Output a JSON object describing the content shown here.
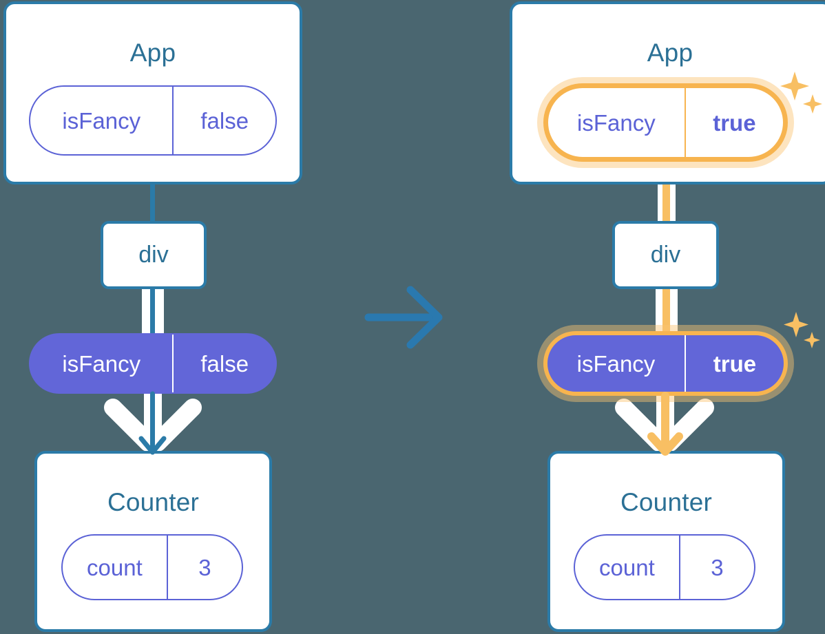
{
  "diagram": {
    "type": "react-state-propagation",
    "title": "",
    "background_color": "#4a6670",
    "transition_icon": "right-arrow-icon",
    "colors": {
      "panel_border": "#2b7ba8",
      "panel_title_text": "#2b7095",
      "pill_purple": "#6266d8",
      "pill_outline": "#5b62d6",
      "highlight_orange": "#f7b44f",
      "highlight_glow": "#fac470",
      "arrow_white": "#ffffff",
      "transition_arrow": "#2a79af"
    }
  },
  "left": {
    "app": {
      "title": "App",
      "state": {
        "key": "isFancy",
        "value": "false",
        "highlighted": false
      }
    },
    "div": {
      "label": "div"
    },
    "prop": {
      "key": "isFancy",
      "value": "false",
      "highlighted": false
    },
    "counter": {
      "title": "Counter",
      "state": {
        "key": "count",
        "value": "3",
        "highlighted": false
      }
    }
  },
  "right": {
    "app": {
      "title": "App",
      "state": {
        "key": "isFancy",
        "value": "true",
        "highlighted": true
      },
      "sparkle_icon": "sparkles-icon"
    },
    "div": {
      "label": "div"
    },
    "prop": {
      "key": "isFancy",
      "value": "true",
      "highlighted": true,
      "sparkle_icon": "sparkles-icon"
    },
    "counter": {
      "title": "Counter",
      "state": {
        "key": "count",
        "value": "3",
        "highlighted": false
      }
    }
  }
}
